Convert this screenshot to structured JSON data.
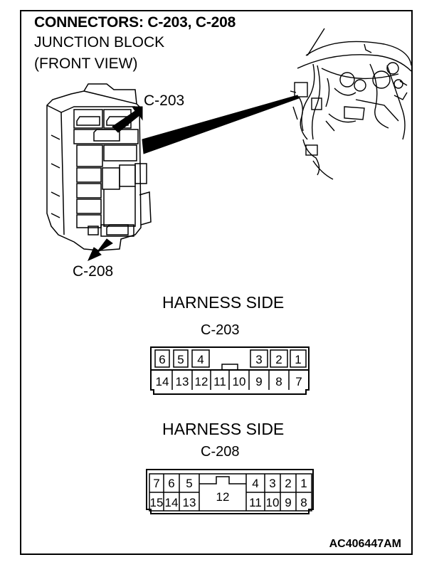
{
  "title": "CONNECTORS: C-203, C-208",
  "subtitle_line1": "JUNCTION BLOCK",
  "subtitle_line2": "(FRONT VIEW)",
  "callouts": {
    "upper": "C-203",
    "lower": "C-208"
  },
  "connector_c203": {
    "heading": "HARNESS SIDE",
    "name": "C-203",
    "top_left_pins": [
      "6",
      "5",
      "4"
    ],
    "top_right_pins": [
      "3",
      "2",
      "1"
    ],
    "bottom_pins": [
      "14",
      "13",
      "12",
      "11",
      "10",
      "9",
      "8",
      "7"
    ]
  },
  "connector_c208": {
    "heading": "HARNESS SIDE",
    "name": "C-208",
    "top_left_pins": [
      "7",
      "6",
      "5"
    ],
    "top_right_pins": [
      "4",
      "3",
      "2",
      "1"
    ],
    "bottom_left_pins": [
      "15",
      "14",
      "13"
    ],
    "bottom_right_pins": [
      "11",
      "10",
      "9",
      "8"
    ],
    "center_pin": "12"
  },
  "figure_code": "AC406447AM"
}
